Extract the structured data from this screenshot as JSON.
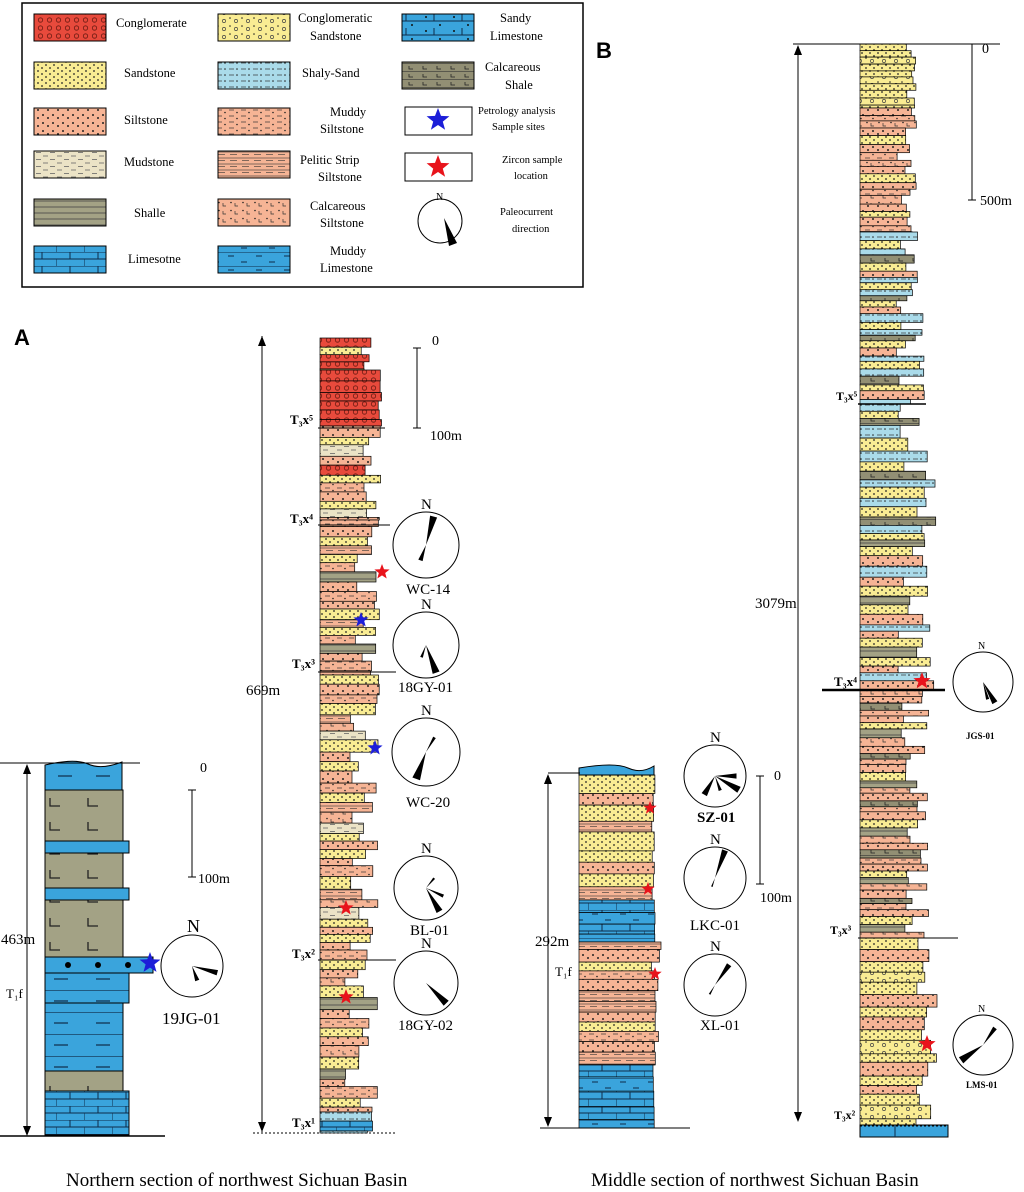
{
  "colors": {
    "conglomerate": "#e84a3c",
    "sandstone": "#f9ec93",
    "siltstone": "#f6b495",
    "mudstone": "#ebe3c6",
    "shale": "#a3a285",
    "limestone": "#3aa4dc",
    "shaly_sand": "#aadbea",
    "calc_shale": "#928f74",
    "star_blue": "#1c1ed8",
    "star_red": "#e8131b"
  },
  "panel_labels": {
    "a": "A",
    "b": "B"
  },
  "legend": {
    "items": [
      {
        "pattern": "conglomerate",
        "label": "Conglomerate"
      },
      {
        "pattern": "sandstone",
        "label": "Sandstone"
      },
      {
        "pattern": "siltstone",
        "label": "Siltstone"
      },
      {
        "pattern": "mudstone",
        "label": "Mudstone"
      },
      {
        "pattern": "shale",
        "label": "Shalle"
      },
      {
        "pattern": "limestone",
        "label": "Limesotne"
      },
      {
        "pattern": "cong_sandstone",
        "label": "Conglomeratic Sandstone"
      },
      {
        "pattern": "shaly_sand",
        "label": "Shaly-Sand"
      },
      {
        "pattern": "muddy_siltstone",
        "label": "Muddy Siltstone"
      },
      {
        "pattern": "pelitic_siltstone",
        "label": "Pelitic Strip Siltstone"
      },
      {
        "pattern": "calc_siltstone",
        "label": "Calcareous Siltstone"
      },
      {
        "pattern": "muddy_limestone",
        "label": "Muddy Limestone"
      },
      {
        "pattern": "sandy_limestone",
        "label": "Sandy Limestone"
      },
      {
        "pattern": "calc_shale",
        "label": "Calcareous Shale"
      },
      {
        "pattern": "blue_star",
        "label": "Petrology analysis Sample sites"
      },
      {
        "pattern": "red_star",
        "label": "Zircon sample location"
      },
      {
        "pattern": "compass",
        "label": "Paleocurrent direction"
      }
    ]
  },
  "sections": {
    "jg": {
      "thickness": "463m",
      "formation": "T₁f",
      "scale_top": "0",
      "scale_bottom": "100m",
      "rose_label": "19JG-01"
    },
    "wc": {
      "thickness": "669m",
      "scale_top": "0",
      "scale_bottom": "100m",
      "members": [
        "T₃x⁵",
        "T₃x⁴",
        "T₃x³",
        "T₃x²",
        "T₃x¹"
      ],
      "rose_labels": [
        "WC-14",
        "18GY-01",
        "WC-20",
        "BL-01",
        "18GY-02"
      ]
    },
    "middle": {
      "thickness": "292m",
      "formation": "T₁f",
      "scale_top": "0",
      "scale_bottom": "100m",
      "rose_labels": [
        "SZ-01",
        "LKC-01",
        "XL-01"
      ]
    },
    "big": {
      "thickness": "3079m",
      "scale_top": "0",
      "scale_bottom": "500m",
      "members": [
        "T₃x⁵",
        "T₃x⁴",
        "T₃x³",
        "T₃x²"
      ],
      "rose_labels": [
        "JGS-01",
        "LMS-01"
      ]
    }
  },
  "north_label": "N",
  "captions": {
    "north": "Northern section of northwest Sichuan Basin",
    "middle": "Middle section of northwest Sichuan Basin"
  }
}
